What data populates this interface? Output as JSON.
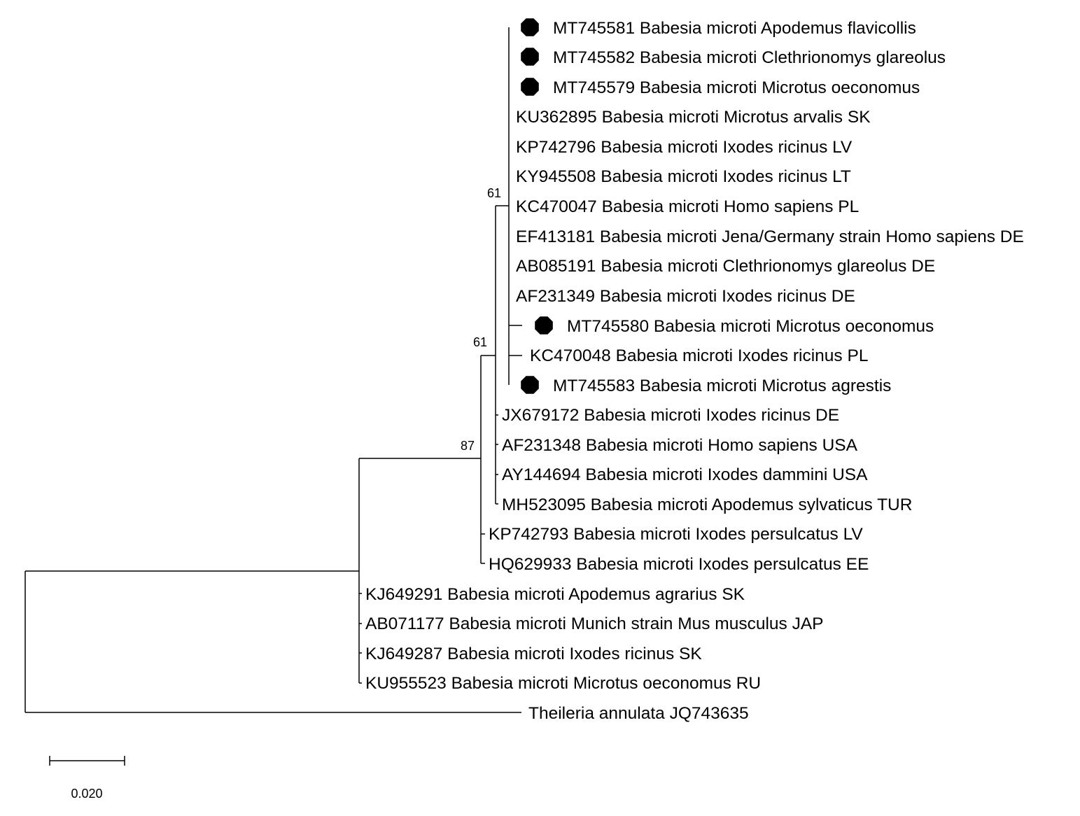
{
  "tree": {
    "leaves": [
      {
        "id": "L1",
        "label": "MT745581 Babesia microti Apodemus flavicollis",
        "marker": true
      },
      {
        "id": "L2",
        "label": "MT745582 Babesia microti Clethrionomys glareolus",
        "marker": true
      },
      {
        "id": "L3",
        "label": "MT745579 Babesia microti Microtus oeconomus",
        "marker": true
      },
      {
        "id": "L4",
        "label": "KU362895 Babesia microti Microtus arvalis SK",
        "marker": false
      },
      {
        "id": "L5",
        "label": "KP742796 Babesia microti Ixodes ricinus LV",
        "marker": false
      },
      {
        "id": "L6",
        "label": "KY945508 Babesia microti Ixodes ricinus LT",
        "marker": false
      },
      {
        "id": "L7",
        "label": "KC470047 Babesia microti Homo sapiens PL",
        "marker": false
      },
      {
        "id": "L8",
        "label": "EF413181 Babesia microti Jena/Germany strain Homo sapiens DE",
        "marker": false
      },
      {
        "id": "L9",
        "label": "AB085191 Babesia microti Clethrionomys glareolus DE",
        "marker": false
      },
      {
        "id": "L10",
        "label": "AF231349 Babesia microti Ixodes ricinus DE",
        "marker": false
      },
      {
        "id": "L11",
        "label": "MT745580 Babesia microti Microtus oeconomus",
        "marker": true
      },
      {
        "id": "L12",
        "label": "KC470048 Babesia microti Ixodes ricinus PL",
        "marker": false
      },
      {
        "id": "L13",
        "label": "MT745583 Babesia microti Microtus agrestis",
        "marker": true
      },
      {
        "id": "L14",
        "label": "JX679172 Babesia microti Ixodes ricinus DE",
        "marker": false
      },
      {
        "id": "L15",
        "label": "AF231348 Babesia microti Homo sapiens USA",
        "marker": false
      },
      {
        "id": "L16",
        "label": "AY144694 Babesia microti Ixodes dammini USA",
        "marker": false
      },
      {
        "id": "L17",
        "label": "MH523095 Babesia microti Apodemus sylvaticus TUR",
        "marker": false
      },
      {
        "id": "L18",
        "label": "KP742793 Babesia microti Ixodes persulcatus LV",
        "marker": false
      },
      {
        "id": "L19",
        "label": "HQ629933 Babesia microti Ixodes persulcatus EE",
        "marker": false
      },
      {
        "id": "L20",
        "label": "KJ649291 Babesia microti Apodemus agrarius SK",
        "marker": false
      },
      {
        "id": "L21",
        "label": "AB071177 Babesia microti Munich strain Mus musculus JAP",
        "marker": false
      },
      {
        "id": "L22",
        "label": "KJ649287 Babesia microti Ixodes ricinus SK",
        "marker": false
      },
      {
        "id": "L23",
        "label": "KU955523 Babesia microti Microtus oeconomus RU",
        "marker": false
      },
      {
        "id": "L24",
        "label": "Theileria annulata JQ743635",
        "marker": false
      }
    ],
    "bootstrap_values": [
      "61",
      "61",
      "87"
    ],
    "scale_bar": {
      "label": "0.020",
      "length": 0.02
    },
    "marker_color": "#000000",
    "line_color": "#000000"
  }
}
